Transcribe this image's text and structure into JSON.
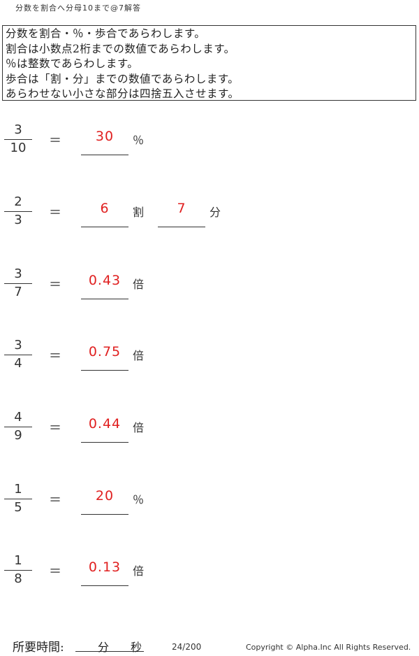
{
  "title": "分数を割合へ分母10まで@7解答",
  "instructions": [
    "分数を割合・％・歩合であらわします。",
    "割合は小数点2桁までの数値であらわします。",
    "％は整数であらわします。",
    "歩合は「割・分」までの数値であらわします。",
    "あらわせない小さな部分は四捨五入させます。"
  ],
  "equals_sign": "＝",
  "problems": [
    {
      "numerator": "3",
      "denominator": "10",
      "answers": [
        {
          "value": "30",
          "unit": "％"
        }
      ]
    },
    {
      "numerator": "2",
      "denominator": "3",
      "answers": [
        {
          "value": "6",
          "unit": "割"
        },
        {
          "value": "7",
          "unit": "分"
        }
      ]
    },
    {
      "numerator": "3",
      "denominator": "7",
      "answers": [
        {
          "value": "0.43",
          "unit": "倍"
        }
      ]
    },
    {
      "numerator": "3",
      "denominator": "4",
      "answers": [
        {
          "value": "0.75",
          "unit": "倍"
        }
      ]
    },
    {
      "numerator": "4",
      "denominator": "9",
      "answers": [
        {
          "value": "0.44",
          "unit": "倍"
        }
      ]
    },
    {
      "numerator": "1",
      "denominator": "5",
      "answers": [
        {
          "value": "20",
          "unit": "％"
        }
      ]
    },
    {
      "numerator": "1",
      "denominator": "8",
      "answers": [
        {
          "value": "0.13",
          "unit": "倍"
        }
      ]
    }
  ],
  "footer": {
    "time_label": "所要時間:",
    "minutes_label": "分",
    "seconds_label": "秒",
    "page": "24/200",
    "copyright": "Copyright ©  Alpha.Inc All Rights Reserved."
  },
  "colors": {
    "answer": "#e02020",
    "text": "#333333"
  }
}
